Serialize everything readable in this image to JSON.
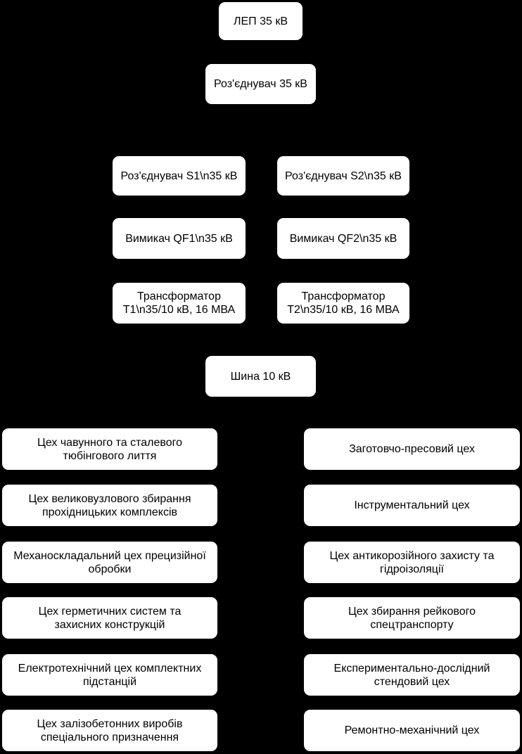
{
  "colors": {
    "background": "#000000",
    "node_fill": "#ffffff",
    "node_text": "#000000"
  },
  "diagram_type": "flowchart",
  "nodes": {
    "lep": {
      "lines": [
        "ЛЕП 35 кВ"
      ]
    },
    "dis_main": {
      "lines": [
        "Роз'єднувач 35 кВ"
      ]
    },
    "dis_s1": {
      "lines": [
        "Роз'єднувач S1\\n35 кВ"
      ]
    },
    "dis_s2": {
      "lines": [
        "Роз'єднувач S2\\n35 кВ"
      ]
    },
    "qf1": {
      "lines": [
        "Вимикач QF1\\n35 кВ"
      ]
    },
    "qf2": {
      "lines": [
        "Вимикач QF2\\n35 кВ"
      ]
    },
    "t1": {
      "lines": [
        "Трансформатор",
        "Т1\\n35/10 кВ, 16 МВА"
      ]
    },
    "t2": {
      "lines": [
        "Трансформатор",
        "Т2\\n35/10 кВ, 16 МВА"
      ]
    },
    "bus": {
      "lines": [
        "Шина 10 кВ"
      ]
    },
    "w_left_1": {
      "lines": [
        "Цех чавунного та сталевого",
        "тюбінгового лиття"
      ]
    },
    "w_left_2": {
      "lines": [
        "Цех великовузлового збирання",
        "прохідницьких комплексів"
      ]
    },
    "w_left_3": {
      "lines": [
        "Механоскладальний цех прецизійної",
        "обробки"
      ]
    },
    "w_left_4": {
      "lines": [
        "Цех герметичних систем та",
        "захисних конструкцій"
      ]
    },
    "w_left_5": {
      "lines": [
        "Електротехнічний цех комплектних",
        "підстанцій"
      ]
    },
    "w_left_6": {
      "lines": [
        "Цех залізобетонних виробів",
        "спеціального призначення"
      ]
    },
    "w_right_1": {
      "lines": [
        "Заготовчо-пресовий цех"
      ]
    },
    "w_right_2": {
      "lines": [
        "Інструментальний цех"
      ]
    },
    "w_right_3": {
      "lines": [
        "Цех антикорозійного захисту та",
        "гідроізоляції"
      ]
    },
    "w_right_4": {
      "lines": [
        "Цех збирання рейкового",
        "спецтранспорту"
      ]
    },
    "w_right_5": {
      "lines": [
        "Експериментально-дослідний",
        "стендовий цех"
      ]
    },
    "w_right_6": {
      "lines": [
        "Ремонтно-механічний цех"
      ]
    }
  }
}
